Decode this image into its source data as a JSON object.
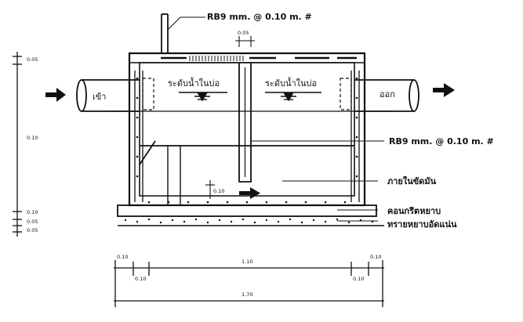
{
  "labels": {
    "rebar_top": "RB9 mm. @ 0.10 m. #",
    "rebar_side": "RB9 mm. @ 0.10 m. #",
    "inlet": "เข้า",
    "outlet": "ออก",
    "water_level_left": "ระดับน้ำในบ่อ",
    "water_level_right": "ระดับน้ำในบ่อ",
    "inside_trap": "ภายในขัดมัน",
    "lean_concrete": "คอนกรีตหยาบ",
    "compacted_sand": "ทรายหยาบอัดแน่น"
  },
  "dimensions": {
    "baffle_thickness": "0.05",
    "vertical": [
      "0.05",
      "0.10",
      "0.10",
      "0.05",
      "0.05"
    ],
    "outlet_gap": "0.10",
    "bottom_top_left": "0.10",
    "bottom_mid_left": "0.10",
    "bottom_center": "1.10",
    "bottom_top_right": "0.10",
    "bottom_mid_right": "0.10",
    "overall": "1.70"
  },
  "colors": {
    "ink": "#111111",
    "paper": "#ffffff"
  }
}
